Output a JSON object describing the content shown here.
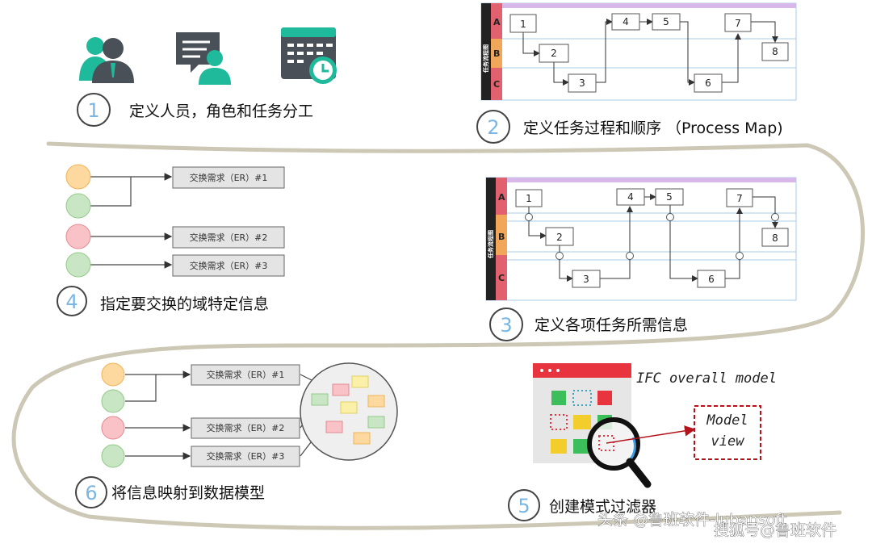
{
  "steps": {
    "s1": {
      "num": "1",
      "label": "定义人员，角色和任务分工"
    },
    "s2": {
      "num": "2",
      "label": "定义任务过程和顺序 （Process Map)"
    },
    "s3": {
      "num": "3",
      "label": "定义各项任务所需信息"
    },
    "s4": {
      "num": "4",
      "label": "指定要交换的域特定信息"
    },
    "s5": {
      "num": "5",
      "label": "创建模式过滤器"
    },
    "s6": {
      "num": "6",
      "label": "将信息映射到数据模型"
    }
  },
  "process_map": {
    "title": "任务流程图",
    "lanes": [
      "A",
      "B",
      "C"
    ],
    "nodes": [
      "1",
      "2",
      "3",
      "4",
      "5",
      "6",
      "7",
      "8"
    ]
  },
  "exchange": {
    "er1": "交换需求（ER）#1",
    "er2": "交换需求（ER）#2",
    "er3": "交换需求（ER）#3"
  },
  "filter": {
    "ifc_label": "IFC overall model",
    "model_view_line1": "Model",
    "model_view_line2": "view"
  },
  "watermark": {
    "left": "头条 @鲁班软件-lubansoft",
    "right": "搜狐号@鲁班软件"
  },
  "colors": {
    "teal": "#1fb99b",
    "dark_icon": "#4a5057",
    "lane_a": "#e1626e",
    "lane_b": "#f2a65a",
    "lane_c": "#e1626e",
    "swim_header": "#d7b8e8",
    "grid_line": "#a9cce8",
    "red_box": "#b5121b"
  }
}
